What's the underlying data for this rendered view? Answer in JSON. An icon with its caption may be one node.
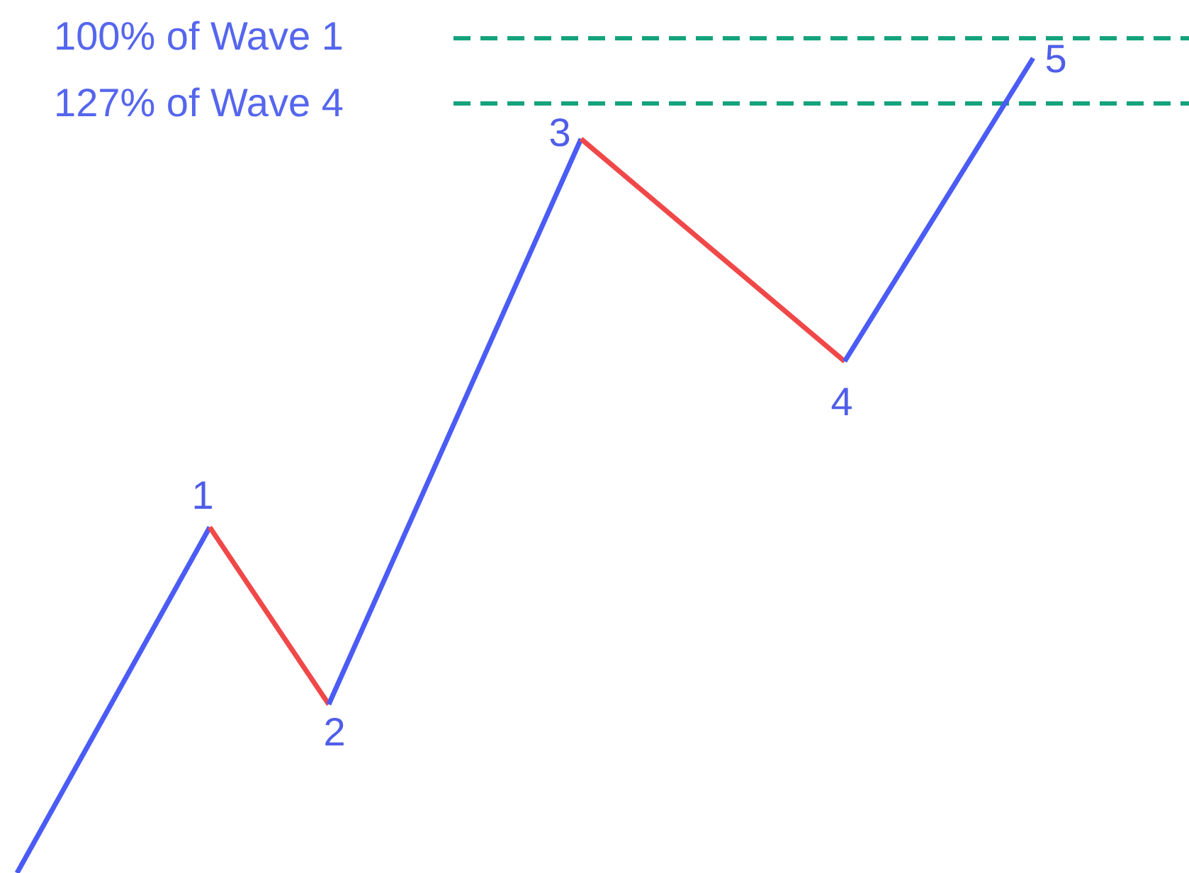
{
  "diagram": {
    "nodes": [
      {
        "text": [
          "1"
        ]
      },
      {
        "text": [
          "2"
        ]
      },
      {
        "text": [
          "3"
        ]
      },
      {
        "text": [
          "4"
        ]
      },
      {
        "text": [
          "5"
        ]
      }
    ],
    "edges": [
      {
        "from": null,
        "to": 0,
        "arrow": "none"
      },
      {
        "from": 0,
        "to": 1,
        "arrow": "none",
        "color": "#f04848"
      },
      {
        "from": 1,
        "to": 2,
        "arrow": "none"
      },
      {
        "from": 2,
        "to": 3,
        "arrow": "none",
        "color": "#f04848"
      },
      {
        "from": 3,
        "to": 4,
        "arrow": "none"
      }
    ],
    "labels": [
      "100% of Wave 1",
      "127% of Wave 4"
    ]
  }
}
